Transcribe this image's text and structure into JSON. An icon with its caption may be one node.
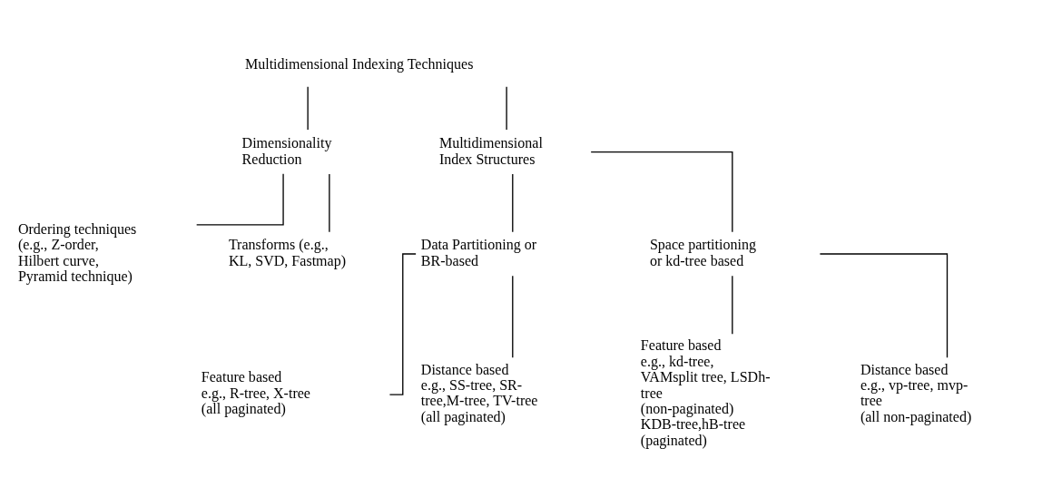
{
  "diagram": {
    "nodes": [
      {
        "text": [
          "Multidimensional Indexing Techniques"
        ]
      },
      {
        "text": [
          "Dimensionality Reduction"
        ]
      },
      {
        "text": [
          "Multidimensional Index Structures"
        ]
      },
      {
        "text": [
          "Ordering techniques (e.g., Z-order, Hilbert curve, Pyramid technique)"
        ]
      },
      {
        "text": [
          "Transforms (e.g., KL, SVD, Fastmap)"
        ]
      },
      {
        "text": [
          "Data Partitioning or BR-based"
        ]
      },
      {
        "text": [
          "Space partitioning or kd-tree based"
        ]
      },
      {
        "text": [
          "Feature based",
          "e.g., R-tree, X-tree",
          "(all paginated)"
        ]
      },
      {
        "text": [
          "Distance based",
          "e.g., SS-tree, SR-tree,M-tree, TV-tree",
          "(all paginated)"
        ]
      },
      {
        "text": [
          "Feature based",
          "e.g., kd-tree, VAMsplit tree, LSDh-tree",
          "(non-paginated)",
          "KDB-tree,hB-tree",
          "(paginated)"
        ]
      },
      {
        "text": [
          "Distance based",
          "e.g., vp-tree, mvp-tree",
          "(all non-paginated)"
        ]
      }
    ],
    "edges": [
      {
        "from": 0,
        "to": 1,
        "arrow": "none"
      },
      {
        "from": 0,
        "to": 2,
        "arrow": "none"
      },
      {
        "from": 1,
        "to": 3,
        "arrow": "none"
      },
      {
        "from": 1,
        "to": 4,
        "arrow": "none"
      },
      {
        "from": 2,
        "to": 5,
        "arrow": "none"
      },
      {
        "from": 2,
        "to": 6,
        "arrow": "none"
      },
      {
        "from": 5,
        "to": 7,
        "arrow": "none"
      },
      {
        "from": 5,
        "to": 8,
        "arrow": "none"
      },
      {
        "from": 6,
        "to": 9,
        "arrow": "none"
      },
      {
        "from": 6,
        "to": 10,
        "arrow": "none"
      }
    ]
  }
}
